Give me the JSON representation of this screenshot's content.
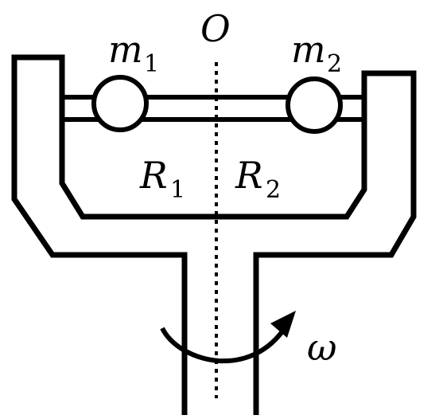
{
  "labels": {
    "axis": "O",
    "mass_left": "m",
    "mass_left_sub": "1",
    "mass_right": "m",
    "mass_right_sub": "2",
    "radius_left": "R",
    "radius_left_sub": "1",
    "radius_right": "R",
    "radius_right_sub": "2",
    "angular_velocity": "ω"
  },
  "colors": {
    "ink": "#000000",
    "paper": "#ffffff"
  }
}
